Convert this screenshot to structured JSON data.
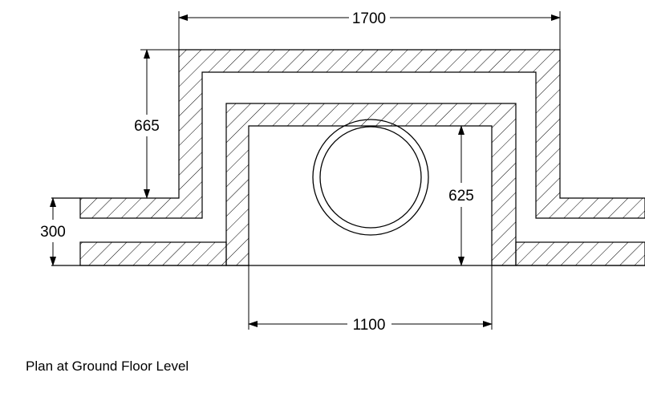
{
  "drawing": {
    "caption": "Plan at Ground Floor Level",
    "dimensions": {
      "top_width": "1700",
      "left_height": "665",
      "pipe_height": "300",
      "inner_height": "625",
      "bottom_width": "1100"
    },
    "colors": {
      "line": "#000000",
      "background": "#ffffff"
    }
  }
}
